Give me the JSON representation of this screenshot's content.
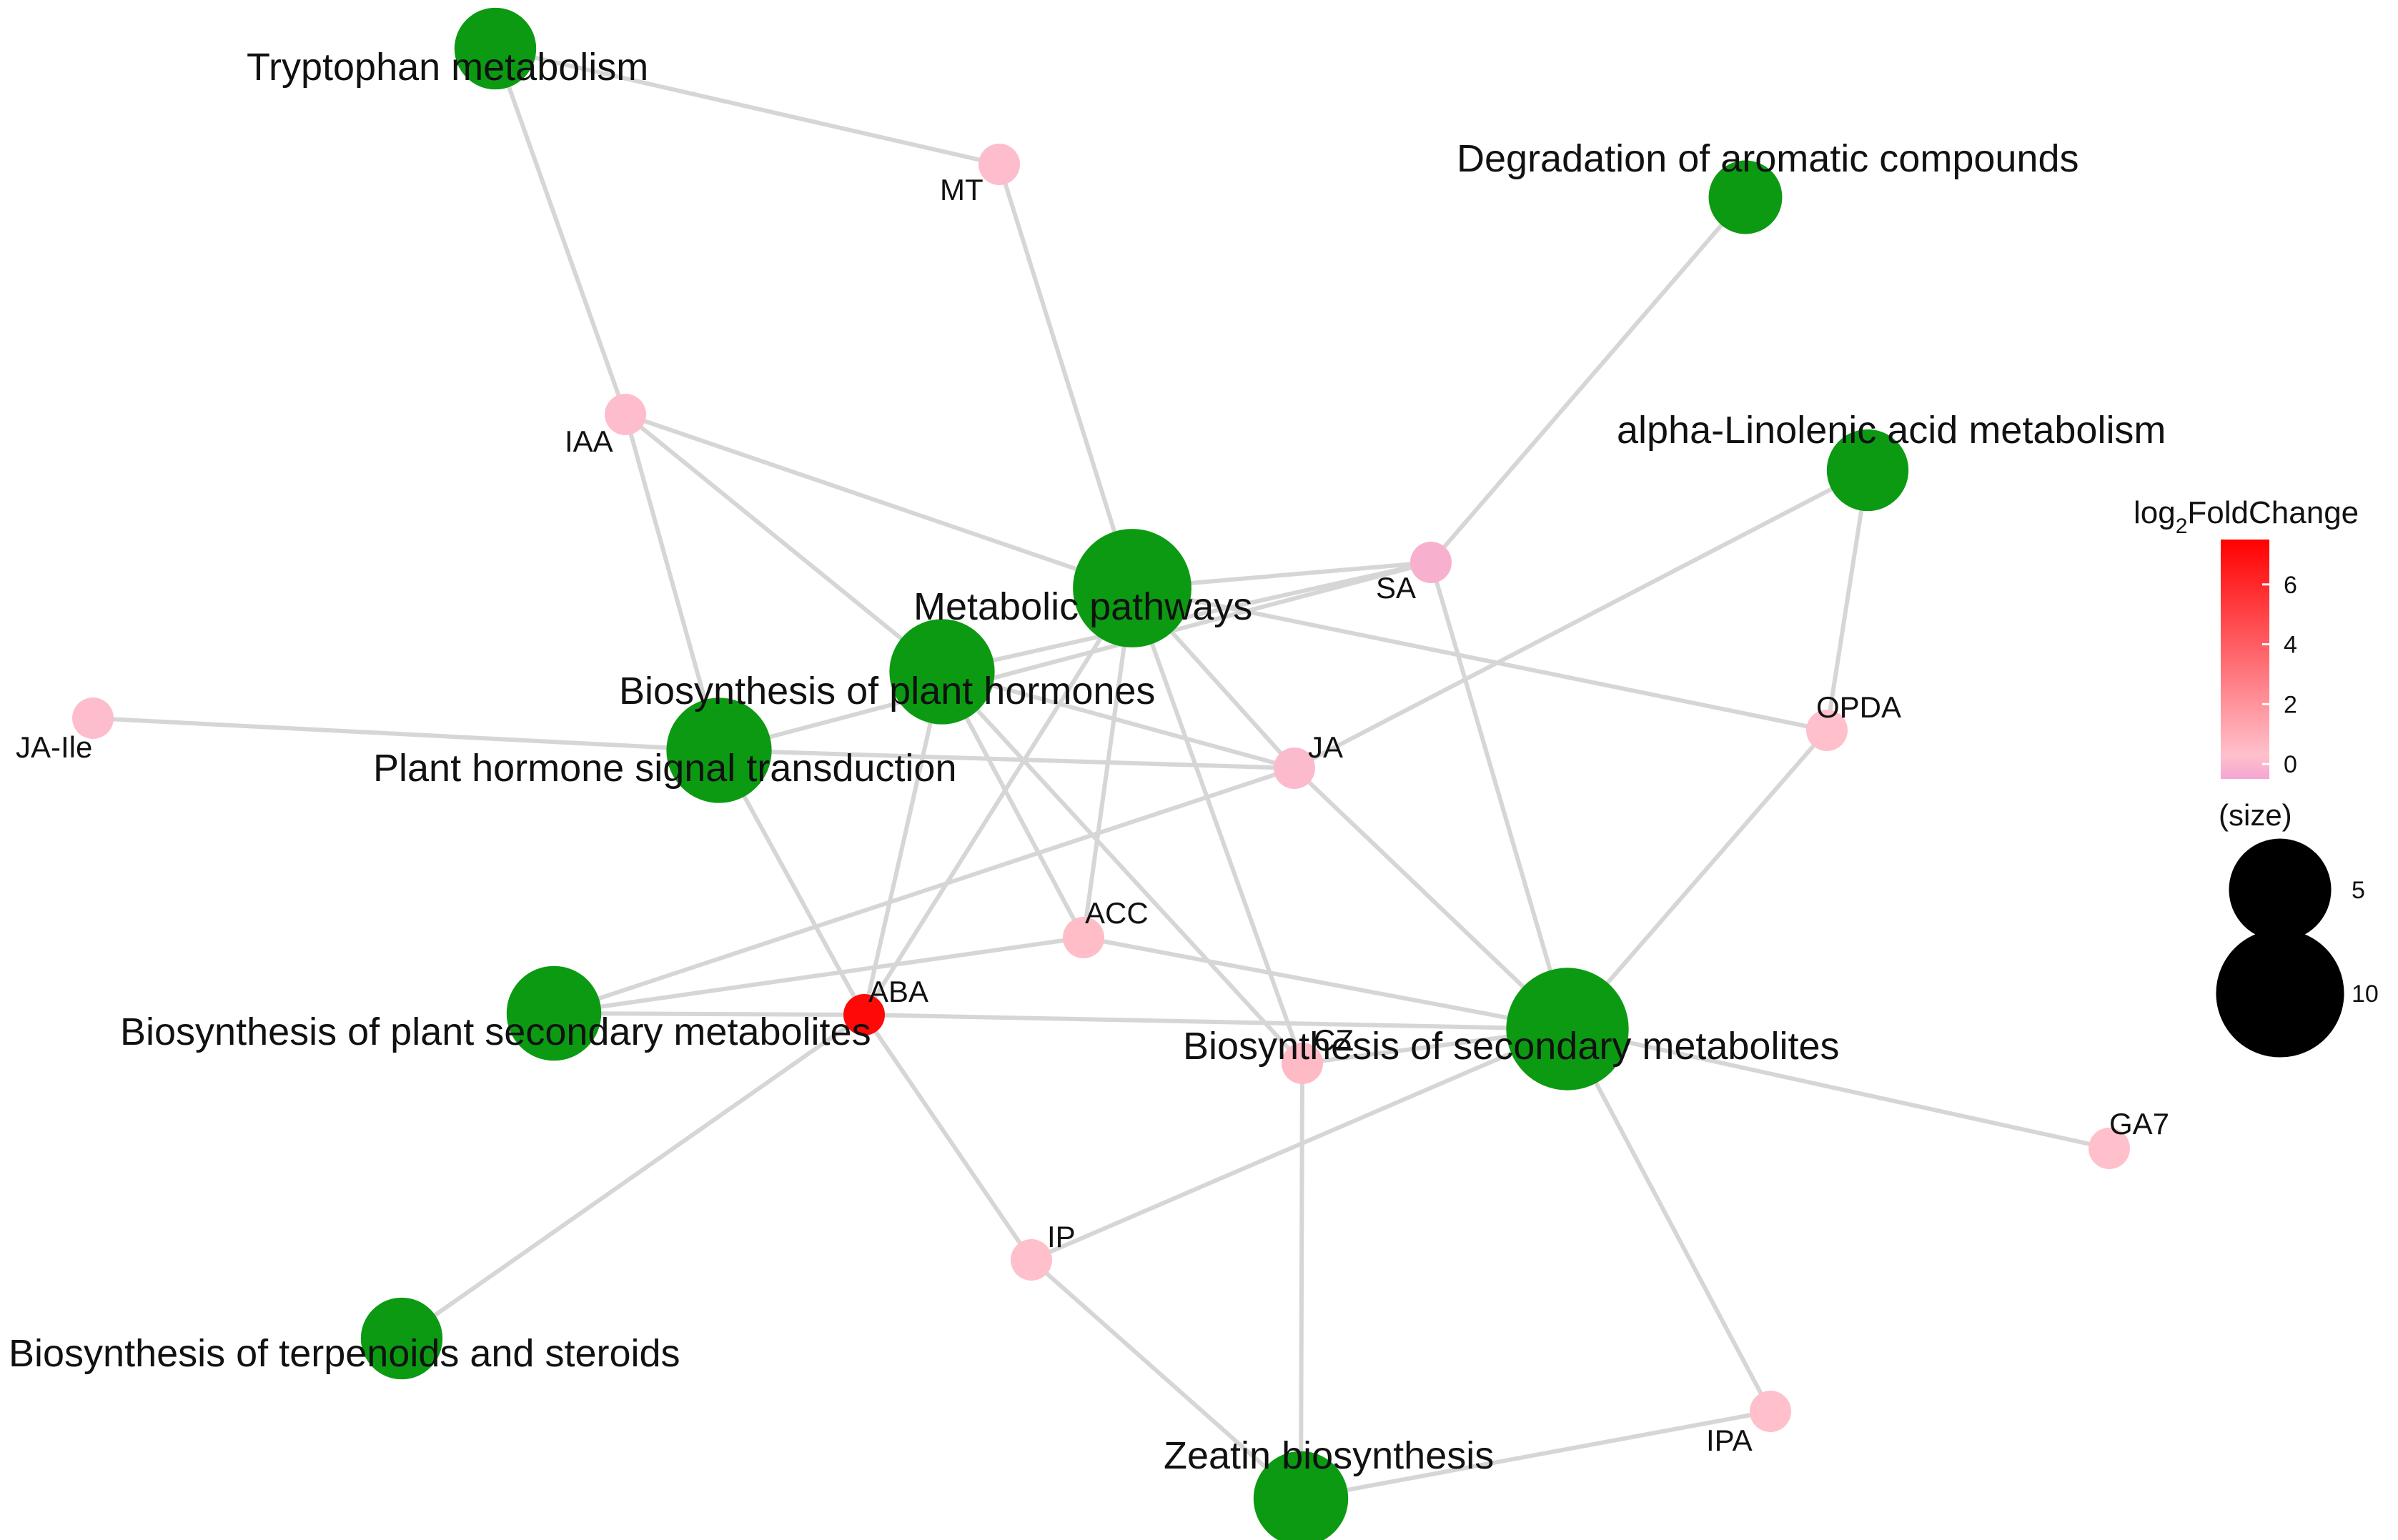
{
  "network": {
    "pathway_color": "#0b9a12",
    "nodes": [
      {
        "id": "tryptophan",
        "label": "Tryptophan metabolism",
        "type": "pathway",
        "size": 3
      },
      {
        "id": "degradation",
        "label": "Degradation of aromatic compounds",
        "type": "pathway",
        "size": 2
      },
      {
        "id": "linolenic",
        "label": "alpha-Linolenic acid metabolism",
        "type": "pathway",
        "size": 3
      },
      {
        "id": "metabolic",
        "label": "Metabolic pathways",
        "type": "pathway",
        "size": 10
      },
      {
        "id": "plant_hormones",
        "label": "Biosynthesis of plant hormones",
        "type": "pathway",
        "size": 7
      },
      {
        "id": "signal",
        "label": "Plant hormone signal transduction",
        "type": "pathway",
        "size": 7
      },
      {
        "id": "plant_secondary",
        "label": "Biosynthesis of plant secondary metabolites",
        "type": "pathway",
        "size": 5
      },
      {
        "id": "secondary",
        "label": "Biosynthesis of secondary metabolites",
        "type": "pathway",
        "size": 11
      },
      {
        "id": "terpenoids",
        "label": "Biosynthesis of terpenoids and steroids",
        "type": "pathway",
        "size": 3
      },
      {
        "id": "zeatin",
        "label": "Zeatin biosynthesis",
        "type": "pathway",
        "size": 5
      },
      {
        "id": "MT",
        "label": "MT",
        "type": "compound",
        "fold": 0.2
      },
      {
        "id": "IAA",
        "label": "IAA",
        "type": "compound",
        "fold": 0.2
      },
      {
        "id": "SA",
        "label": "SA",
        "type": "compound",
        "fold": -0.2
      },
      {
        "id": "JA_Ile",
        "label": "JA-Ile",
        "type": "compound",
        "fold": 0.2
      },
      {
        "id": "JA",
        "label": "JA",
        "type": "compound",
        "fold": 0.1
      },
      {
        "id": "OPDA",
        "label": "OPDA",
        "type": "compound",
        "fold": 0.3
      },
      {
        "id": "ACC",
        "label": "ACC",
        "type": "compound",
        "fold": 0.4
      },
      {
        "id": "ABA",
        "label": "ABA",
        "type": "compound",
        "fold": 7.2
      },
      {
        "id": "CZ",
        "label": "CZ",
        "type": "compound",
        "fold": 0.5
      },
      {
        "id": "GA7",
        "label": "GA7",
        "type": "compound",
        "fold": 0.3
      },
      {
        "id": "IP",
        "label": "IP",
        "type": "compound",
        "fold": 0.3
      },
      {
        "id": "IPA",
        "label": "IPA",
        "type": "compound",
        "fold": 0.3
      }
    ],
    "edges": [
      [
        "tryptophan",
        "MT"
      ],
      [
        "tryptophan",
        "IAA"
      ],
      [
        "metabolic",
        "MT"
      ],
      [
        "metabolic",
        "IAA"
      ],
      [
        "metabolic",
        "SA"
      ],
      [
        "metabolic",
        "JA"
      ],
      [
        "metabolic",
        "OPDA"
      ],
      [
        "metabolic",
        "ABA"
      ],
      [
        "metabolic",
        "CZ"
      ],
      [
        "metabolic",
        "ACC"
      ],
      [
        "plant_hormones",
        "IAA"
      ],
      [
        "plant_hormones",
        "SA"
      ],
      [
        "plant_hormones",
        "JA"
      ],
      [
        "plant_hormones",
        "ABA"
      ],
      [
        "plant_hormones",
        "ACC"
      ],
      [
        "plant_hormones",
        "CZ"
      ],
      [
        "signal",
        "IAA"
      ],
      [
        "signal",
        "JA_Ile"
      ],
      [
        "signal",
        "JA"
      ],
      [
        "signal",
        "ABA"
      ],
      [
        "signal",
        "SA"
      ],
      [
        "degradation",
        "SA"
      ],
      [
        "linolenic",
        "JA"
      ],
      [
        "linolenic",
        "OPDA"
      ],
      [
        "secondary",
        "SA"
      ],
      [
        "secondary",
        "JA"
      ],
      [
        "secondary",
        "OPDA"
      ],
      [
        "secondary",
        "ACC"
      ],
      [
        "secondary",
        "ABA"
      ],
      [
        "secondary",
        "CZ"
      ],
      [
        "secondary",
        "GA7"
      ],
      [
        "secondary",
        "IP"
      ],
      [
        "secondary",
        "IPA"
      ],
      [
        "plant_secondary",
        "JA"
      ],
      [
        "plant_secondary",
        "ACC"
      ],
      [
        "plant_secondary",
        "ABA"
      ],
      [
        "terpenoids",
        "ABA"
      ],
      [
        "zeatin",
        "IP"
      ],
      [
        "zeatin",
        "IPA"
      ],
      [
        "zeatin",
        "CZ"
      ],
      [
        "ABA",
        "IP"
      ]
    ]
  },
  "legend": {
    "color_title_base": "log",
    "color_title_sub": "2",
    "color_title_rest": "FoldChange",
    "color_ticks": [
      "6",
      "4",
      "2",
      "0"
    ],
    "color_range": [
      -0.5,
      7.5
    ],
    "color_low": "#f4a6d2",
    "color_mid": "#ffc0cb",
    "color_high": "#ff0000",
    "size_title": "(size)",
    "size_entries": [
      {
        "label": "5",
        "size": 5
      },
      {
        "label": "10",
        "size": 10
      }
    ]
  }
}
